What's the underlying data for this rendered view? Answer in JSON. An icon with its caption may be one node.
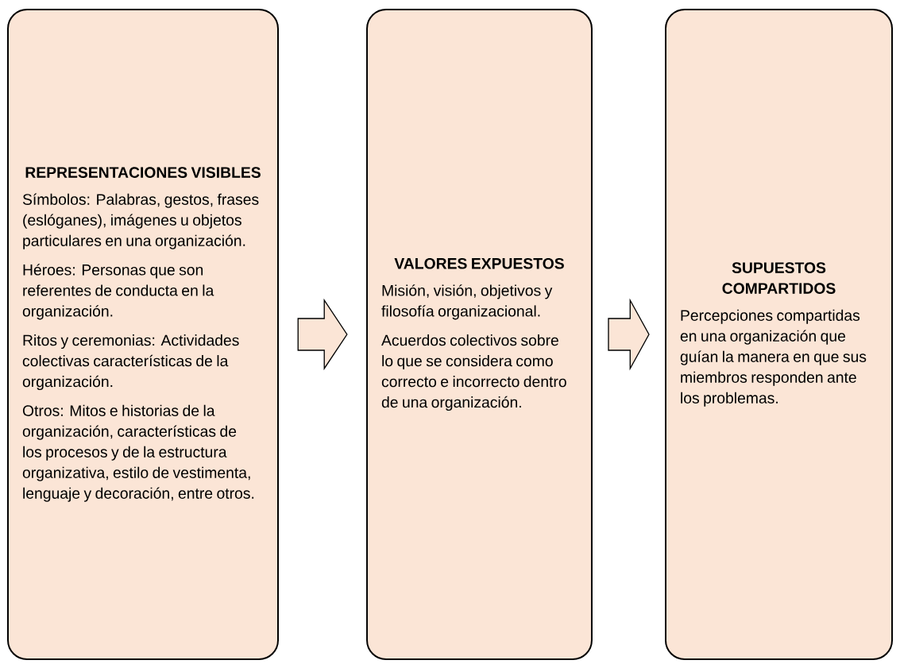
{
  "diagram": {
    "nodes": [
      {
        "text": [
          "REPRESENTACIONES VISIBLES",
          "Símbolos: Palabras, gestos, frases (eslóganes), imágenes u objetos particulares en una organización.",
          "Héroes: Personas que son referentes de conducta en la organización.",
          "Ritos y ceremonias: Actividades colectivas características de la organización.",
          "Otros: Mitos e historias de la organización, características de los procesos y de la estructura organizativa, estilo de vestimenta, lenguaje y decoración, entre otros."
        ]
      },
      {
        "text": [
          "VALORES EXPUESTOS",
          "Misión, visión, objetivos y filosofía organizacional.",
          "Acuerdos colectivos sobre lo que se considera como correcto e incorrecto dentro de una organización."
        ]
      },
      {
        "text": [
          "SUPUESTOS COMPARTIDOS",
          "Percepciones compartidas en una organización que guían la manera en que sus miembros responden ante los problemas."
        ]
      }
    ],
    "edges": [
      {
        "from": 0,
        "to": 1,
        "arrow": "to"
      },
      {
        "from": 1,
        "to": 2,
        "arrow": "to"
      }
    ]
  }
}
